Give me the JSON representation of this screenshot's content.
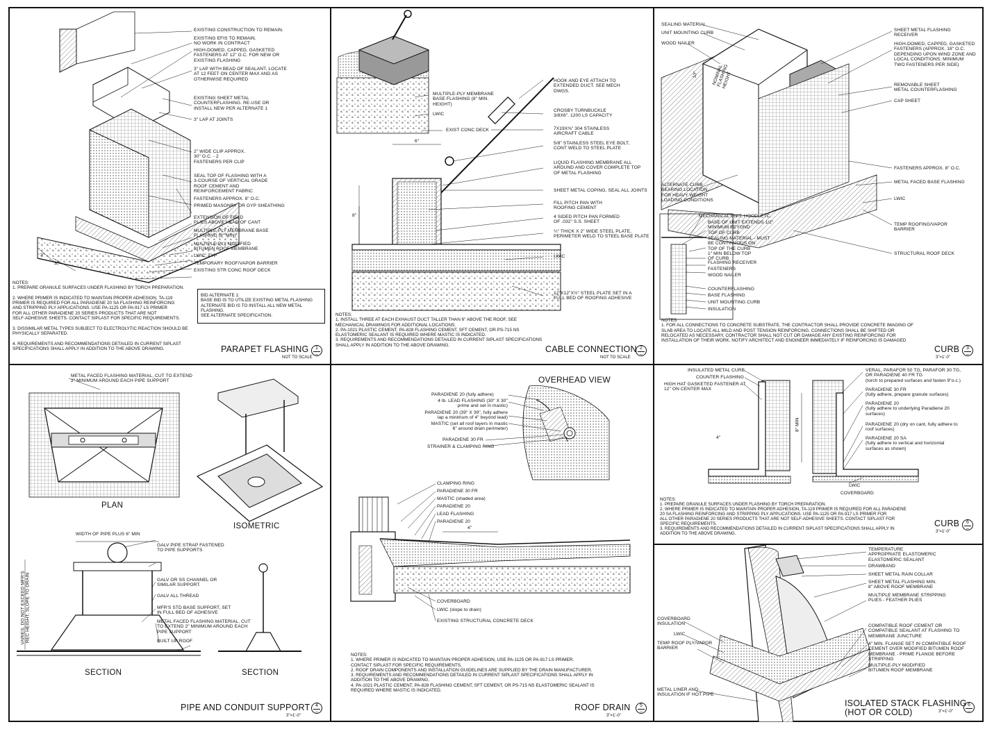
{
  "panels": {
    "p1": {
      "title": "PARAPET FLASHING",
      "scale": "NOT TO SCALE",
      "number": "1",
      "labels": [
        "EXISTING CONSTRUCTION TO REMAIN.",
        "EXISTING EFIS TO REMAIN.\nNO WORK IN CONTRACT",
        "HIGH-DOMED, CAPPED, GASKETED\nFASTENERS AT 12\" O.C. FOR NEW OR\nEXISTING FLASHING",
        "3\" LAP WITH BEAD OF SEALANT, LOCATE\nAT 12 FEET ON CENTER MAX AND AS\nOTHERWISE REQUIRED",
        "EXISTING SHEET METAL\nCOUNTERFLASHING. RE-USE OR\nINSTALL NEW PER ALTERNATE 1",
        "3\" LAP AT JOINTS",
        "2\" WIDE CLIP APPROX.\n30\" O.C. - 2\nFASTENERS PER CLIP",
        "SEAL TOP OF FLASHING WITH A\n3-COURSE OF VERTICAL GRADE\nROOF CEMENT AND\nREINFORCEMENT FABRIC",
        "FASTENERS APPROX. 8\" O.C.",
        "PRIMED MASONRY OR GYP SHEATHING",
        "EXTENSION OF FIELD\nPLIES ABOVE HEAD OF CANT",
        "MULTIPLE-PLY MEMBRANE BASE\nFLASHING (8\" MIN)",
        "MULTIPLE-PLY MODIFIED\nBITUMEN ROOF MEMBRANE",
        "LWIC, TYP",
        "TEMPORARY ROOF/VAPOR BARRIER",
        "EXISTING STR CONC ROOF DECK"
      ],
      "notes": "NOTES:\n1.  PREPARE GRANULE SURFACES UNDER FLASHING BY TORCH PREPARATION.\n\n2.  WHERE PRIMER IS INDICATED TO MAINTAIN PROPER ADHESION, TA-119\n     PRIMER IS REQUIRED FOR ALL PARADIENE 20 SA FLASHING REINFORCING\n     AND STRIPPING PLY APPLICATIONS.  USE PA-1125 OR PA-917 LS PRIMER\n     FOR ALL OTHER PARADIENE 20 SERIES PRODUCTS THAT ARE NOT\n     SELF-ADHESIVE SHEETS.  CONTACT SIPLAST FOR SPECIFIC REQUIREMENTS.\n\n3.  DISSIMILAR METAL TYPES SUBJECT TO ELECTROLYTIC REACTION SHOULD BE\n     PHYSICALLY SEPARATED.\n\n4.  REQUIREMENTS AND RECOMMENDATIONS DETAILED IN CURRENT SIPLAST\n     SPECIFICATIONS SHALL APPLY IN ADDITION TO THE ABOVE DRAWING.",
      "alternate": "BID ALTERNATE 1:\nBASE BID IS TO UTILIZE EXISTING METAL FLASHING\nALTERNATE BID IS TO INSTALL ALL NEW METAL\nFLASHING.\nSEE ALTERNATE SPECIFICATION.",
      "dims": [
        "3\"",
        "3\""
      ]
    },
    "p2": {
      "title": "CABLE CONNECTION",
      "scale": "NOT TO SCALE",
      "number": "2",
      "labels": [
        "HOOK AND EYE ATTACH TO\nEXTENDED DUCT. SEE MECH\nDWGS.",
        "MULTIPLE-PLY MEMBRANE\nBASE FLASHING (8\" MIN.\nHEIGHT)",
        "LWIC",
        "EXIST CONC DECK",
        "CROSBY TURNBUCKLE\n3/8X6\". 1200 LS CAPACITY",
        "7X19X⅜\" 304 STAINLESS\nAIRCRAFT CABLE",
        "5/8\" STAINLESS STEEL EYE BOLT,\nCONT WELD TO STEEL PLATE",
        "LIQUID FLASHING MEMBRANE ALL\nAROUND AND COVER COMPLETE TOP\nOF METAL FLASHING",
        "SHEET METAL COPING, SEAL ALL JOINTS",
        "FILL PITCH PAN WITH\nROOFING CEMENT",
        "4 SIDED PITCH PAN FORMED\nOF .032\" S.S. SHEET",
        "¼\" THICK X 2\" WIDE STEEL PLATE,\nPERIMETER WELD TO STEEL BASE PLATE",
        "LWIC",
        "12\"X12\"X½\" STEEL PLATE SET IN A\nFULL BED OF ROOFING ADHESIVE"
      ],
      "notes": "NOTES:\n1.  INSTALL THREE AT EACH EXHAUST DUCT TALLER THAN 6\" ABOVE THE ROOF, SEE\n     MECHANICAL DRAWINGS FOR ADDITIONAL LOCATIONS.\n2.  PA-1021 PLASTIC CEMENT, PA-828 FLASHING CEMENT, SFT CEMENT, OR PS-715 NS\n     ELASTOMERIC SEALANT IS REQUIRED WHERE MASTIC IS INDICATED.\n3.  REQUIREMENTS AND RECOMMENDATIONS DETAILED IN CURRENT SIPLAST SPECIFICATIONS\n     SHALL APPLY IN ADDITION TO THE ABOVE DRAWING.",
      "dims": [
        "6\"",
        "8\""
      ]
    },
    "p3": {
      "title": "CURB",
      "scale": "3\"=1'-0\"",
      "number": "3",
      "labels": [
        "SEALING MATERIAL",
        "UNIT MOUNTING CURB",
        "WOOD NAILER",
        "SHEET METAL FLASHING\nRECEIVER",
        "HIGH-DOMED, CAPPED, GASKETED\nFASTENERS (APPROX. 18\" O.C.\nDEPENDING UPON WIND ZONE AND\nLOCAL CONDITIONS; MINIMUM\nTWO FASTENERS PER SIDE)",
        "REMOVABLE SHEET\nMETAL COUNTERFLASHING",
        "CAP SHEET",
        "FASTENERS APPROX. 8\" O.C.",
        "METAL FACED BASE FLASHING",
        "LWIC",
        "TEMP ROOFING/VAPOR\nBARRIER",
        "STRUCTURAL ROOF DECK",
        "ALTERNATE CURB\nBEARING LOCATION\nFOR HEAVY WEIGHT\nLOADING CONDITIONS",
        "MECHANICAL UNIT, HOOD, ETC.",
        "BASE OF UNIT EXTENDS 1/2\"\nMINIMUM BEYOND\nTOP OF CURB",
        "SEALING MATERIAL - MUST\nBE CONTINUOUS ON\nTOP OF THE CURB",
        "1\" MIN BELOW TOP\nOF CURB",
        "FLASHING RECEIVER",
        "FASTENERS",
        "WOOD NAILER",
        "COUNTERFLASHING",
        "BASE FLASHING",
        "UNIT MOUNTING CURB",
        "INSULATION"
      ],
      "dims": [
        "10\"",
        "NOMINAL\nFLASHING\nHEIGHT"
      ],
      "notes": "NOTES:\n1.  FOR ALL CONNECTIONS TO CONCRETE SUBSTRATE, THE CONTRACTOR SHALL PROVIDE CONCRETE IMAGING OF\n     SLAB AREA TO LOCATE ALL MILD AND POST TENSION REINFORCING. CONNECTIONS SHALL BE SHIFTED OR\n     RELOCATED AS NECESSARY, CONTRACTOR SHALL NOT CUT OR DAMAGE ANY EXISTING REINFORCING FOR\n     INSTALLATION OF THEIR WORK. NOTIFY ARCHITECT AND ENGINEER IMMEDIATELY IF REINFORCING IS DAMAGED"
    },
    "p4": {
      "title": "PIPE AND CONDUIT SUPPORT",
      "scale": "3\"=1'-0\"",
      "number": "4",
      "captions": [
        "PLAN",
        "ISOMETRIC",
        "SECTION",
        "SECTION"
      ],
      "labels": [
        "METAL FACED FLASHING MATERIAL, CUT TO EXTEND\n2\" MINIMUM AROUND EACH PIPE SUPPORT",
        "WIDTH OF PIPE PLUS 6\" MIN",
        "GALV PIPE STRAP FASTENED\nTO PIPE SUPPORTS",
        "GALV OR SS CHANNEL OR\nSIMILAR SUPPORT.",
        "GALV ALL THREAD",
        "MFR'S STD BASE SUPPORT, SET\nIN FULL BED OF ADHESIVE",
        "METAL FACED FLASHING MATERIAL, CUT\nTO EXTEND 2\" MINIMUM AROUND EACH\nPIPE SUPPORT",
        "BUILT UP ROOF",
        "VARIES, DO NOT EXCEED MFR'S\nREC HEIGHT, SLOPE TO DRAIN"
      ]
    },
    "p5": {
      "title": "ROOF DRAIN",
      "scale": "3\"=1'-0\"",
      "number": "5",
      "subtitle": "OVERHEAD VIEW",
      "labels": [
        "PARADIENE 20 (fully adhere)",
        "4 lb. LEAD FLASHING (30\" X 30\"\nprime and set in mastic)",
        "PARADIENE 20 (39\" X 39\", fully adhere\nlap a minimum of 4\" beyond lead)",
        "MASTIC (set all roof layers in mastic\n6\" around drain perimeter)",
        "PARADIENE 30 FR",
        "STRAINER & CLAMPING RING",
        "CLAMPING RING",
        "PARADIENE 30 FR",
        "MASTIC (shaded area)",
        "PARADIENE 20",
        "LEAD FLASHING",
        "PARADIENE 20",
        "COVERBOARD",
        "LWIC (slope to drain)",
        "EXISTING STRUCTURAL CONCRETE DECK"
      ],
      "dims": [
        "4\""
      ],
      "notes": "NOTES:\n1.  WHERE PRIMER IS INDICATED TO MAINTAIN PROPER ADHESION,  USE PA-1125 OR PA-917 LS PRIMER.\n     CONTACT SIPLAST FOR SPECIFIC REQUIREMENTS.\n2.  ROOF DRAIN COMPONENTS AND INSTALLATION GUIDELINES ARE SUPPLIED BY THE DRAIN MANUFACTURER.\n3.  REQUIREMENTS AND RECOMMENDATIONS DETAILED IN CURRENT SIPLAST SPECIFICATIONS SHALL APPLY IN\n     ADDITION TO THE ABOVE DRAWING.\n4.  PA-1021 PLASTIC CEMENT, PA-828 FLASHING CEMENT, SFT CEMENT, OR PS-715 NS ELASTOMERIC SEALANT IS\n     REQUIRED WHERE MASTIC IS INDICATED."
    },
    "p6": {
      "title": "CURB",
      "scale": "3\"=1'-0\"",
      "number": "6",
      "labels": [
        "INSULATED METAL CURB",
        "COUNTER FLASHING",
        "HIGH HAT GASKETED FASTENER AT\n12\" ON CENTER MAX",
        "VERAL, PARAFOR 50 TG, PARAFOR 30 TG,\nOR PARADIENE 40 FR TG\n(torch to prepared surfaces and fasten 9\"o.c.)",
        "PARADIENE 30 FR\n(fully adhere, prepare granule surfaces)",
        "PARADIENE 20\n(fully adhere to underlying Paradiene 20\nsurfaces)",
        "PARADIENE 20 (dry on cant, fully adhere to\nroof surfaces)",
        "PARADIENE 20 SA\n(fully adhere to vertical and horizontal\nsurfaces as shown)",
        "LWIC",
        "COVERBOARD"
      ],
      "dims": [
        "8\" MIN",
        "4\""
      ],
      "notes": "NOTES:\n1.  PREPARE GRANULE SURFACES UNDER FLASHING BY TORCH PREPARATION.\n2.  WHERE PRIMER IS INDICATED TO MAINTAIN PROPER ADHESION, TA-119 PRIMER IS REQUIRED FOR ALL PARADIENE\n     20 SA FLASHING REINFORCING AND STRIPPING PLY APPLICATIONS.  USE PA-1125 OR PA-917 LS PRIMER FOR\n     ALL OTHER PARADIENE 20 SERIES PRODUCTS THAT ARE NOT SELF-ADHESIVE SHEETS.  CONTACT SIPLAST FOR\n     SPECIFIC REQUIREMENTS.\n3.  REQUIREMENTS AND RECOMMENDATIONS DETAILED IN CURRENT SIPLAST SPECIFICATIONS SHALL APPLY IN\n     ADDITION TO THE ABOVE DRAWING."
    },
    "p7": {
      "title": "ISOLATED STACK FLASHING\n(HOT OR COLD)",
      "scale": "3\"=1'-0\"",
      "number": "6",
      "labels": [
        "TEMPERATURE\nAPPROPRIATE ELASTOMERIC\nELASTOMERIC SEALANT",
        "DRAWBAND",
        "SHEET METAL RAIN COLLAR",
        "SHEET METAL FLASHING MIN.\n8\" ABOVE ROOF MEMBRANE",
        "MULTIPLE MEMBRANE STRIPPING\nPLIES - FEATHER PLIES",
        "COMPATIBLE ROOF CEMENT OR\nCOMPATIBLE SEALANT AT FLASHING TO\nMEMBRANE JUNCTURE",
        "4\" MIN. FLANGE SET IN COMPATIBLE ROOF\nCEMENT OVER MODIFIED BITUMEN ROOF\nMEMBRANE - PRIME FLANGE BEFORE\nSTRIPPING",
        "MULTIPLE-PLY MODIFIED\nBITUMEN ROOF MEMBRANE",
        "COVERBOARD\nINSULATION",
        "LWIC",
        "TEMP ROOF PLY/VAPOR\nBARRIER",
        "METAL LINER AND\nINSULATION IF HOT PIPE"
      ]
    }
  }
}
